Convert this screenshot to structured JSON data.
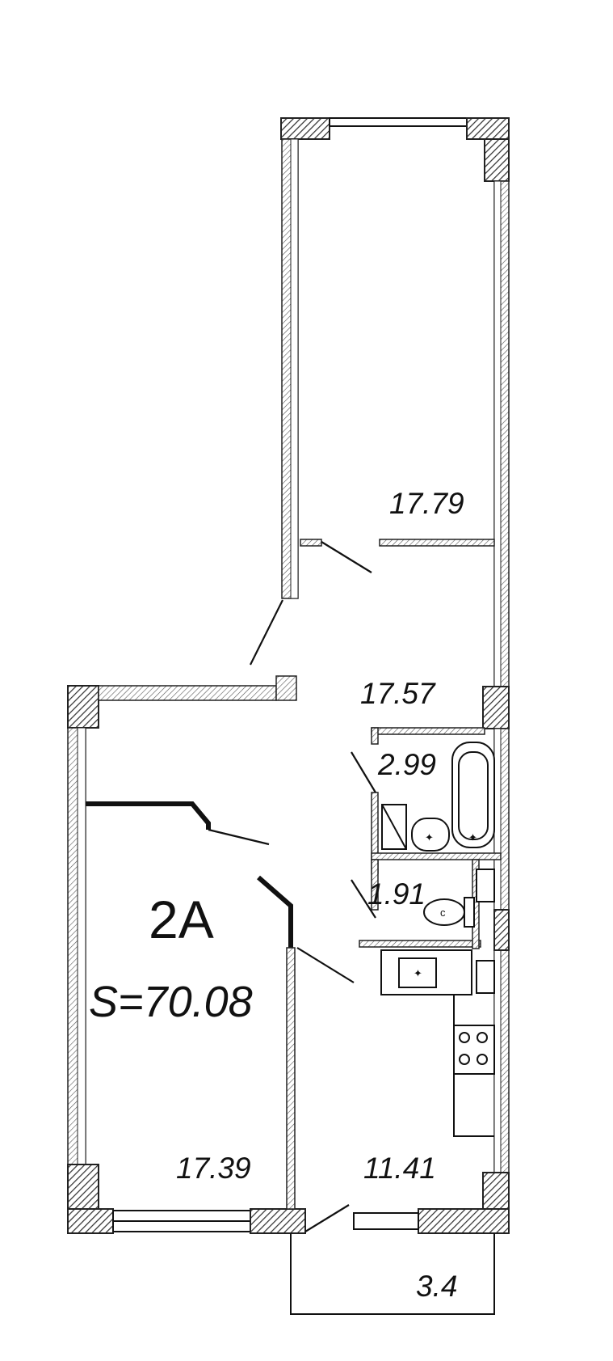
{
  "plan": {
    "apartment_label": "2A",
    "total_area": "S=70.08",
    "rooms": [
      {
        "id": "bedroom",
        "area": "17.79"
      },
      {
        "id": "hall",
        "area": "17.57"
      },
      {
        "id": "bathroom",
        "area": "2.99"
      },
      {
        "id": "toilet",
        "area": "1.91"
      },
      {
        "id": "living-room",
        "area": "17.39"
      },
      {
        "id": "kitchen",
        "area": "11.41"
      },
      {
        "id": "balcony",
        "area": "3.4"
      }
    ],
    "toilet_symbol": "c"
  }
}
